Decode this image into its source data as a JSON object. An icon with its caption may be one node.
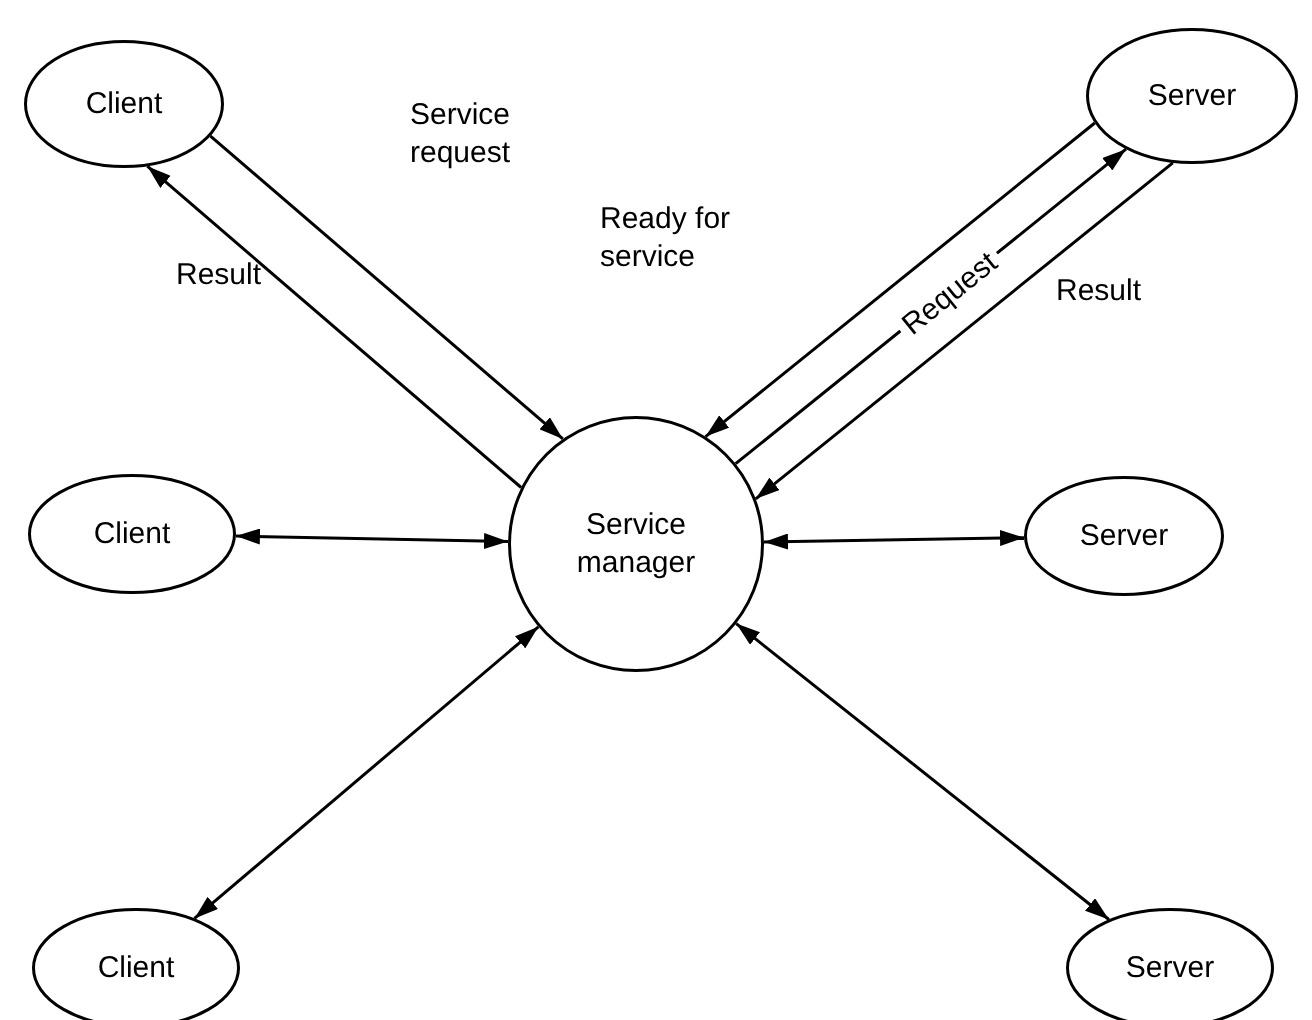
{
  "diagram": {
    "nodes": [
      {
        "text": [
          "Client"
        ]
      },
      {
        "text": [
          "Server"
        ]
      },
      {
        "text": [
          "Client"
        ]
      },
      {
        "text": [
          "Service manager"
        ]
      },
      {
        "text": [
          "Server"
        ]
      },
      {
        "text": [
          "Client"
        ]
      },
      {
        "text": [
          "Server"
        ]
      }
    ],
    "edges": [
      {
        "from": 0,
        "to": 3,
        "arrow": "to",
        "label": "Service request"
      },
      {
        "from": 3,
        "to": 0,
        "arrow": "to",
        "label": "Result"
      },
      {
        "from": 1,
        "to": 3,
        "arrow": "to",
        "label": "Ready for service"
      },
      {
        "from": 3,
        "to": 1,
        "arrow": "to",
        "label": "Request"
      },
      {
        "from": 1,
        "to": 3,
        "arrow": "to",
        "label": "Result"
      },
      {
        "from": 2,
        "to": 3,
        "arrow": "both"
      },
      {
        "from": 3,
        "to": 4,
        "arrow": "both"
      },
      {
        "from": 5,
        "to": 3,
        "arrow": "both"
      },
      {
        "from": 3,
        "to": 6,
        "arrow": "both"
      }
    ]
  }
}
